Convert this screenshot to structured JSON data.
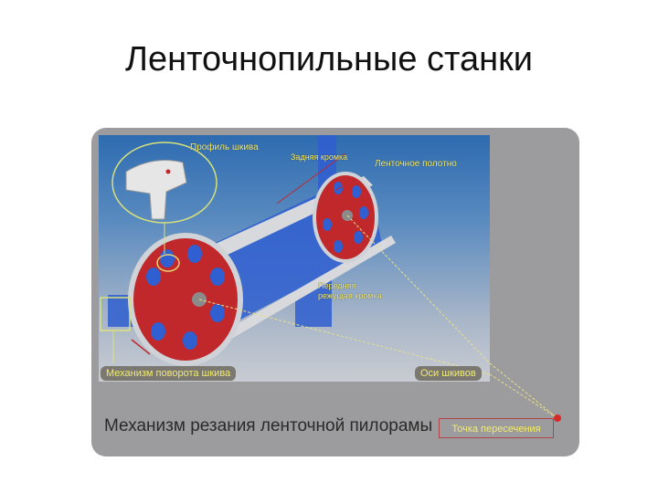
{
  "slide": {
    "title": "Ленточнопильные станки"
  },
  "figure": {
    "caption": "Механизм резания ленточной пилорамы",
    "labels": {
      "pulley_profile": "Профиль шкива",
      "rear_edge": "Задняя кромка",
      "band_blade": "Ленточное полотно",
      "front_cutting_edge_line1": "Передняя",
      "front_cutting_edge_line2": "режущая кромка",
      "pulley_rotation_mechanism": "Механизм поворота шкива",
      "pulley_axes": "Оси шкивов",
      "intersection_point": "Точка пересечения"
    },
    "colors": {
      "frame": "#2f5fd0",
      "pulley": "#c0282c",
      "label_text": "#f3ec6a",
      "panel_bg": "#9c9b9d"
    }
  }
}
